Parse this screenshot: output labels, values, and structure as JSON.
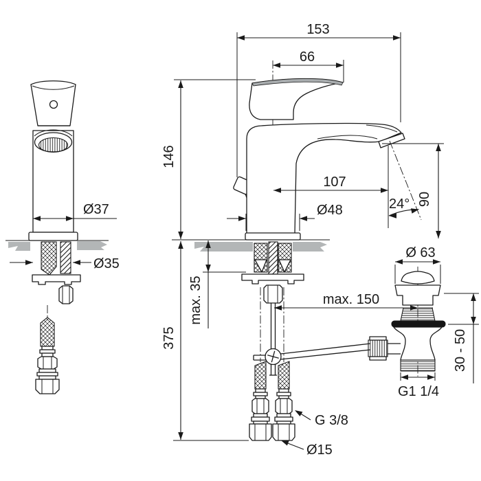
{
  "drawing": {
    "title": "basin-mixer-technical-drawing",
    "colors": {
      "line": "#1a1a1a",
      "counter_shade": "#b3b6b7",
      "handle_top_shade": "#a8acae",
      "seal_flange": "#151515",
      "background": "#ffffff"
    },
    "labels": {
      "width_total": "153",
      "handle_width": "66",
      "height_above_deck": "146",
      "spout_reach": "107",
      "base_diameter": "Ø48",
      "stream_angle": "24°",
      "outlet_height": "90",
      "body_diameter": "Ø37",
      "hole_diameter": "Ø35",
      "deck_max_thickness": "max. 35",
      "hose_length": "375",
      "rod_to_drain": "max. 150",
      "drain_cap_diameter": "Ø 63",
      "drain_depth_range": "30 - 50",
      "drain_thread": "G1 1/4",
      "supply_thread": "G 3/8",
      "supply_nut_diameter": "Ø15"
    }
  }
}
